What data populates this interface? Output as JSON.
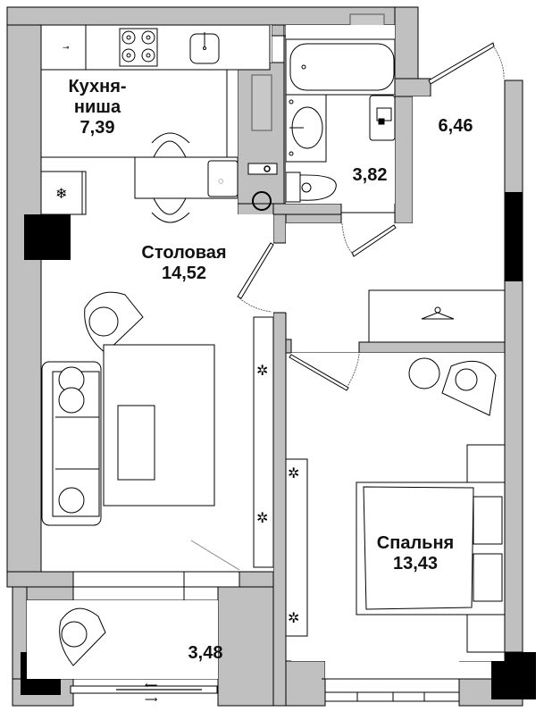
{
  "plan": {
    "wall_color": "#c0c0c0",
    "column_color": "#000000",
    "line_color": "#000000"
  },
  "rooms": [
    {
      "id": "kitchen",
      "name": "Кухня-",
      "name2": "ниша",
      "area": "7,39"
    },
    {
      "id": "dining",
      "name": "Столовая",
      "area": "14,52"
    },
    {
      "id": "bathroom",
      "name": "",
      "area": "3,82"
    },
    {
      "id": "hall",
      "name": "",
      "area": "6,46"
    },
    {
      "id": "bedroom",
      "name": "Спальня",
      "area": "13,43"
    },
    {
      "id": "balcony",
      "name": "",
      "area": "3,48"
    }
  ],
  "icons": [
    "gas-stove-icon",
    "sink-icon",
    "fridge-snowflake-icon",
    "bathtub-icon",
    "washbasin-icon",
    "toilet-icon",
    "washing-machine-icon",
    "hanger-icon",
    "armchair-icon",
    "sofa-icon",
    "coffee-table-icon",
    "rug-icon",
    "bed-icon",
    "plant-icon",
    "door-icon",
    "window-icon",
    "radiator-icon"
  ]
}
